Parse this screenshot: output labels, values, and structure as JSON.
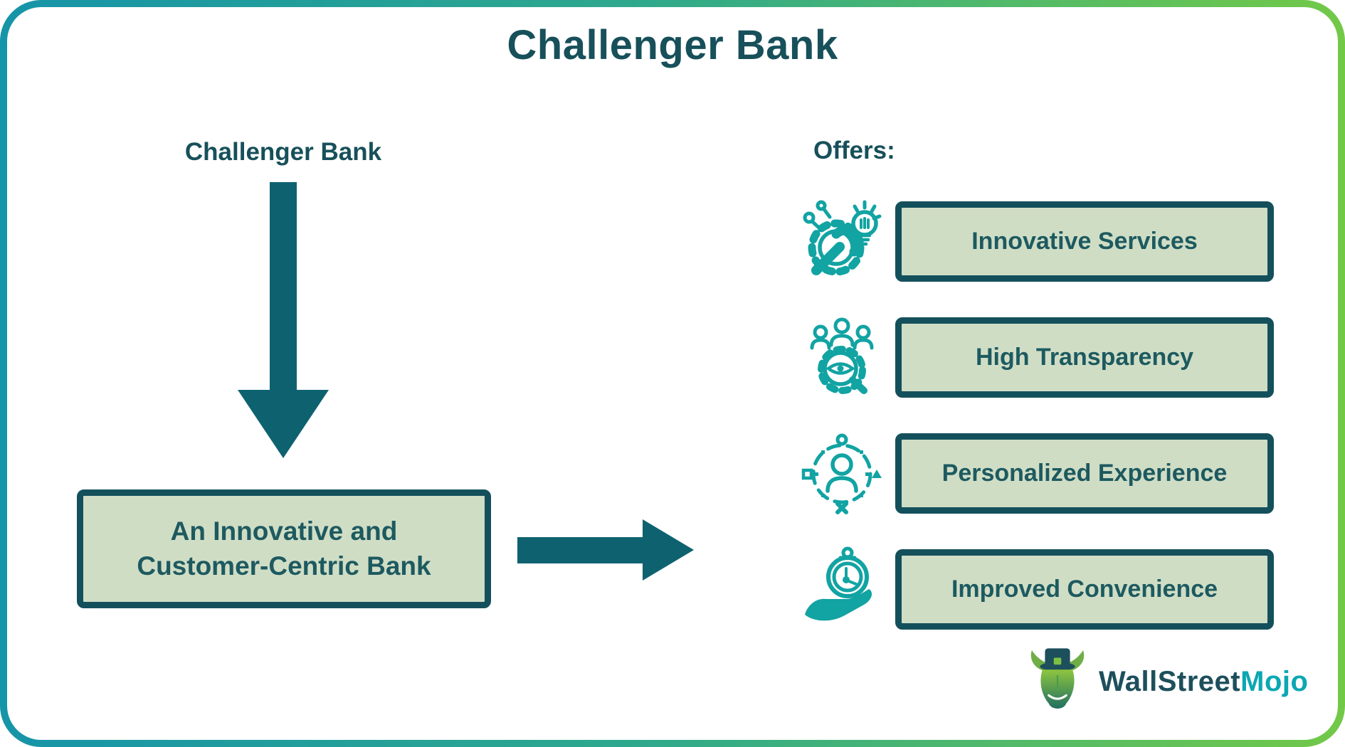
{
  "title": "Challenger Bank",
  "flow": {
    "source_label": "Challenger Bank",
    "result_box": "An Innovative and\nCustomer-Centric Bank"
  },
  "offers": {
    "heading": "Offers:",
    "items": [
      {
        "label": "Innovative Services",
        "icon": "innovation-gear-wrench-bulb-icon"
      },
      {
        "label": "High Transparency",
        "icon": "transparency-people-magnifier-eye-icon"
      },
      {
        "label": "Personalized Experience",
        "icon": "personalized-user-target-icon"
      },
      {
        "label": "Improved Convenience",
        "icon": "convenience-hand-stopwatch-icon"
      }
    ]
  },
  "branding": {
    "brand_primary": "WallStreet",
    "brand_secondary": "Mojo"
  },
  "colors": {
    "dark_teal_text": "#17505a",
    "box_border": "#14505c",
    "box_fill": "#d0ddc5",
    "arrow": "#0e6270",
    "icon_teal": "#12a3a3",
    "frame_gradient_left": "#1694a8",
    "frame_gradient_right": "#72c948",
    "brand_primary_color": "#1d4f5c",
    "brand_secondary_color": "#0ca7b2"
  }
}
